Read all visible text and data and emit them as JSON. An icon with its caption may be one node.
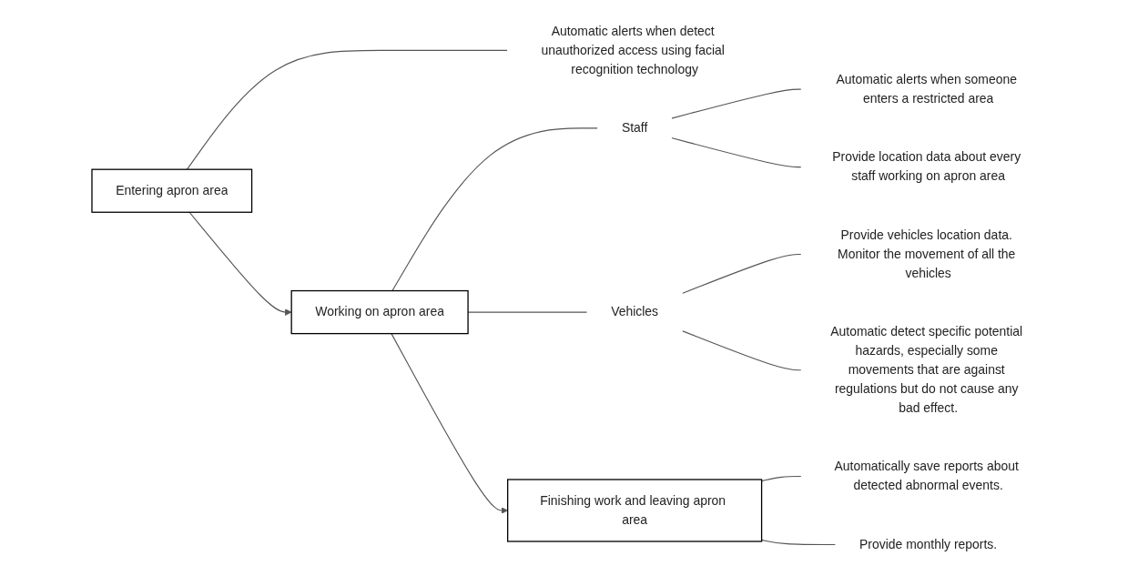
{
  "diagram": {
    "nodes": [
      {
        "text": [
          "Entering apron area"
        ]
      },
      {
        "text": [
          "Automatic alerts when detect unauthorized access using facial recognition technology"
        ]
      },
      {
        "text": [
          "Working on apron area"
        ]
      },
      {
        "text": [
          "Staff"
        ]
      },
      {
        "text": [
          "Automatic alerts when someone enters a restricted area"
        ]
      },
      {
        "text": [
          "Provide location data about every staff working on apron area"
        ]
      },
      {
        "text": [
          "Vehicles"
        ]
      },
      {
        "text": [
          "Provide vehicles location data. Monitor the movement of all the vehicles"
        ]
      },
      {
        "text": [
          "Automatic detect specific potential hazards, especially some movements that are against regulations but do not cause any bad effect."
        ]
      },
      {
        "text": [
          "Finishing work and leaving apron area"
        ]
      },
      {
        "text": [
          "Automatically save reports about detected abnormal events."
        ]
      },
      {
        "text": [
          "Provide monthly reports."
        ]
      }
    ],
    "edges": [
      {
        "from": 0,
        "to": 1,
        "arrow": "none"
      },
      {
        "from": 0,
        "to": 2,
        "arrow": "to"
      },
      {
        "from": 2,
        "to": 3,
        "arrow": "none"
      },
      {
        "from": 2,
        "to": 6,
        "arrow": "none"
      },
      {
        "from": 3,
        "to": 4,
        "arrow": "none"
      },
      {
        "from": 3,
        "to": 5,
        "arrow": "none"
      },
      {
        "from": 6,
        "to": 7,
        "arrow": "none"
      },
      {
        "from": 6,
        "to": 8,
        "arrow": "none"
      },
      {
        "from": 2,
        "to": 9,
        "arrow": "to"
      },
      {
        "from": 9,
        "to": 10,
        "arrow": "none"
      },
      {
        "from": 9,
        "to": 11,
        "arrow": "none"
      }
    ]
  }
}
